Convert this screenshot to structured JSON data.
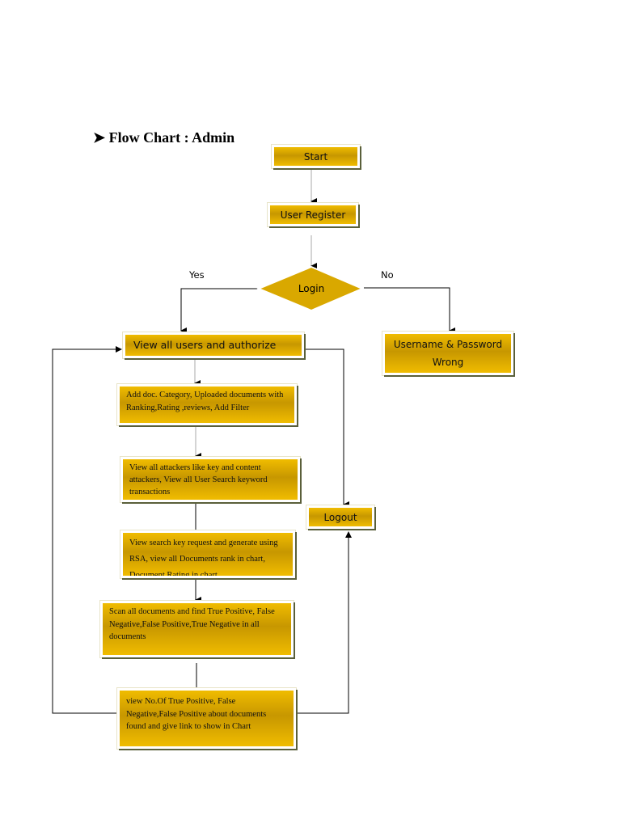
{
  "title": "Flow Chart  :  Admin",
  "title_bullet_icon": "arrowhead-bullet",
  "colors": {
    "box_fill": "#e6b000",
    "line": "#000000"
  },
  "nodes": {
    "start": "Start",
    "user_register": "User Register",
    "login": "Login",
    "yes_label": "Yes",
    "no_label": "No",
    "username_wrong": "Username & Password Wrong",
    "view_users": "View all users and authorize",
    "add_doc": "Add doc. Category, Uploaded documents with Ranking,Rating ,reviews, Add Filter",
    "view_attackers": "View all attackers like key and content attackers, View all User Search keyword transactions",
    "logout": "Logout",
    "view_search": "View search key request and generate using RSA, view all Documents rank in chart, Document Rating in chart",
    "scan_docs": "Scan all documents and find True Positive, False Negative,False Positive,True Negative in all documents",
    "view_counts": "view No.Of  True Positive, False Negative,False Positive about documents found and give link to show in Chart"
  }
}
